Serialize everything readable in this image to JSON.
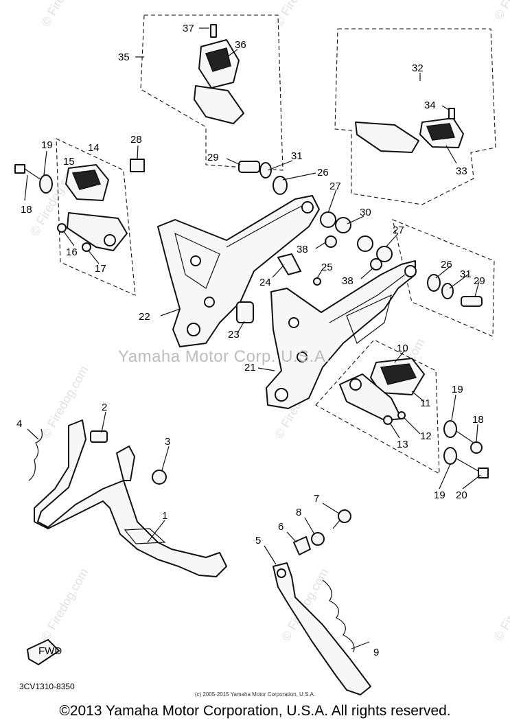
{
  "watermarks": {
    "main": "Yamaha Motor Corp. U.S.A.",
    "site": "© Firedog.com"
  },
  "callouts": [
    "1",
    "2",
    "3",
    "4",
    "5",
    "6",
    "7",
    "8",
    "9",
    "10",
    "11",
    "12",
    "13",
    "14",
    "15",
    "16",
    "17",
    "18",
    "18",
    "19",
    "19",
    "19",
    "20",
    "21",
    "22",
    "23",
    "24",
    "25",
    "26",
    "26",
    "27",
    "27",
    "28",
    "29",
    "29",
    "30",
    "31",
    "31",
    "32",
    "33",
    "34",
    "35",
    "36",
    "37",
    "38",
    "38"
  ],
  "direction_label": "FWD",
  "diagram_code": "3CV1310-8350",
  "small_copyright": "(c) 2005-2015 Yamaha Motor Corporation, U.S.A.",
  "footer_copyright": "©2013 Yamaha Motor Corporation, U.S.A. All rights reserved."
}
